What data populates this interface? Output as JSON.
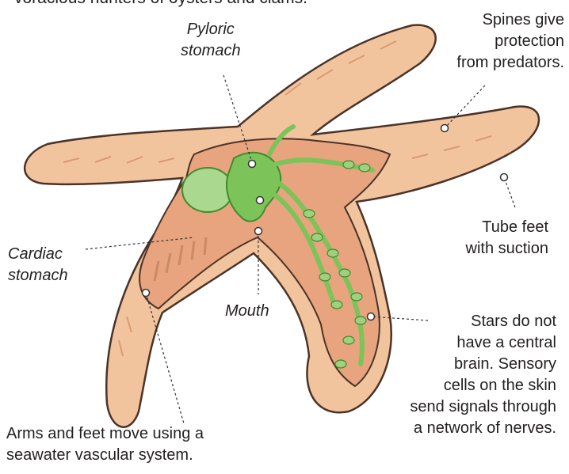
{
  "header_fragment": "voracious hunters of oysters and clams.",
  "labels": {
    "pyloric": [
      "Pyloric",
      "stomach"
    ],
    "spines": [
      "Spines give",
      "protection",
      "from predators."
    ],
    "cardiac": [
      "Cardiac",
      "stomach"
    ],
    "tube_feet": [
      "Tube feet",
      "with suction"
    ],
    "mouth": [
      "Mouth"
    ],
    "brain": [
      "Stars do not",
      "have a central",
      "brain. Sensory",
      "cells on the skin",
      "send signals through",
      "a network of nerves."
    ],
    "arms": [
      "Arms and feet move using a",
      "seawater vascular system."
    ]
  },
  "colors": {
    "skin": "#f2c49e",
    "skin_dark": "#d99a72",
    "outline": "#4a3328",
    "cavity": "#e7a47e",
    "organ": "#7cc35a",
    "organ_dark": "#3f8c2c",
    "leader": "#333333"
  }
}
